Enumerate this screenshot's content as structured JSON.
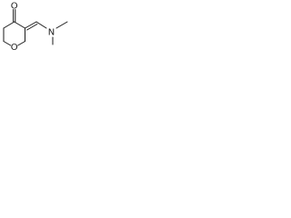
{
  "molecule": {
    "atom_labels": {
      "carbonyl_oxygen": "O",
      "ring_oxygen": "O",
      "amine_nitrogen": "N"
    },
    "colors": {
      "bond": "#1a1a1a",
      "label": "#1a1a1a",
      "background": "#ffffff"
    }
  }
}
